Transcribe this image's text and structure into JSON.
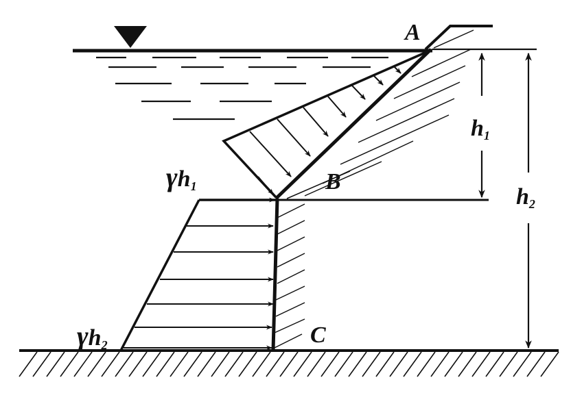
{
  "labels": {
    "point_a": "A",
    "point_b": "B",
    "point_c": "C",
    "depth_1_base": "h",
    "depth_1_sub": "1",
    "depth_2_base": "h",
    "depth_2_sub": "2",
    "gamma": "γ",
    "pressure_1_base": "h",
    "pressure_1_sub": "1",
    "pressure_2_base": "h",
    "pressure_2_sub": "2"
  },
  "colors": {
    "ink": "#111111",
    "background": "#ffffff"
  },
  "icons": {
    "water_surface_marker": "downward-triangle"
  }
}
